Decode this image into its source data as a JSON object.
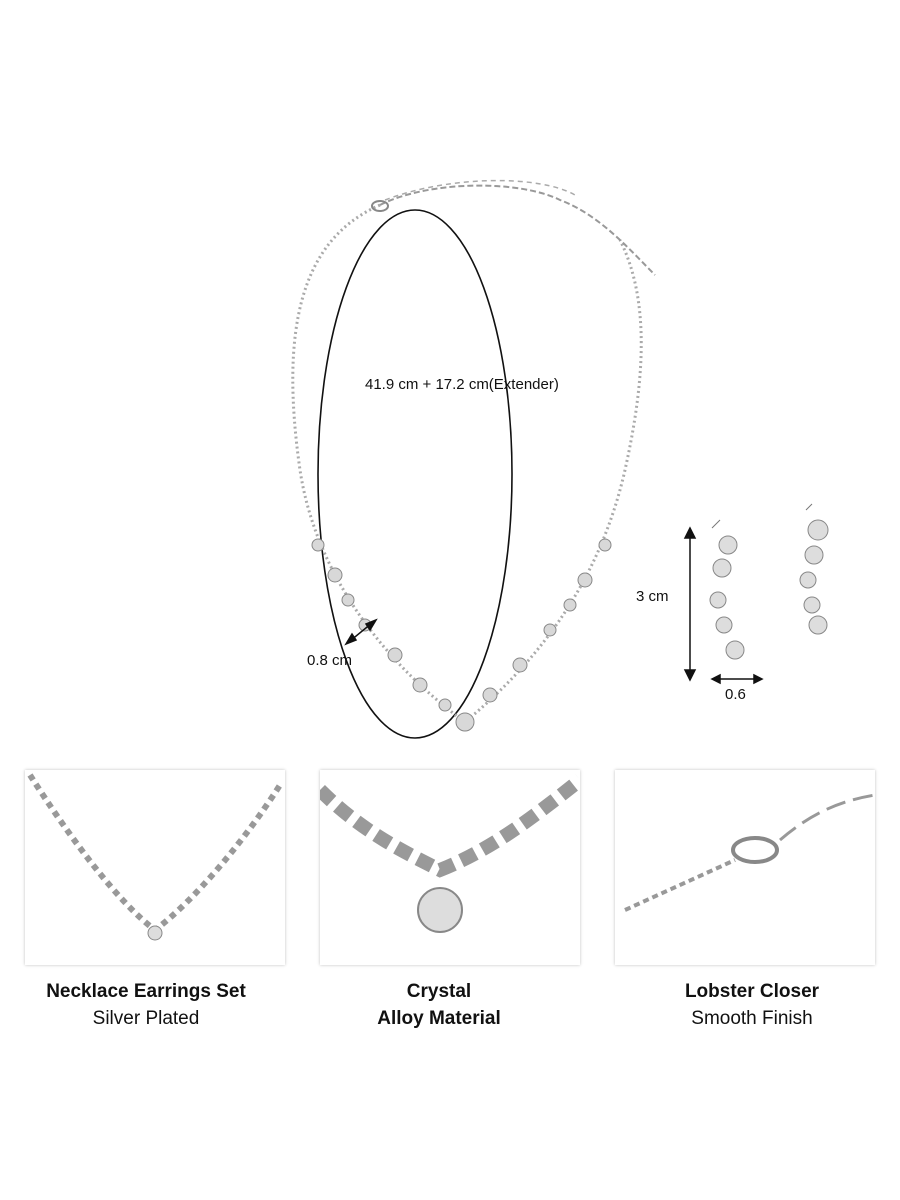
{
  "dimensions": {
    "necklace_length": "41.9 cm + 17.2 cm(Extender)",
    "necklace_width": "0.8 cm",
    "earring_length": "3 cm",
    "earring_width": "0.6"
  },
  "features": [
    {
      "title": "Necklace Earrings Set",
      "subtitle": "Silver Plated"
    },
    {
      "title": "Crystal",
      "subtitle": "Alloy Material"
    },
    {
      "title": "Lobster Closer",
      "subtitle": "Smooth Finish"
    }
  ],
  "colors": {
    "silver": "#9a9a9a",
    "line": "#111111"
  }
}
